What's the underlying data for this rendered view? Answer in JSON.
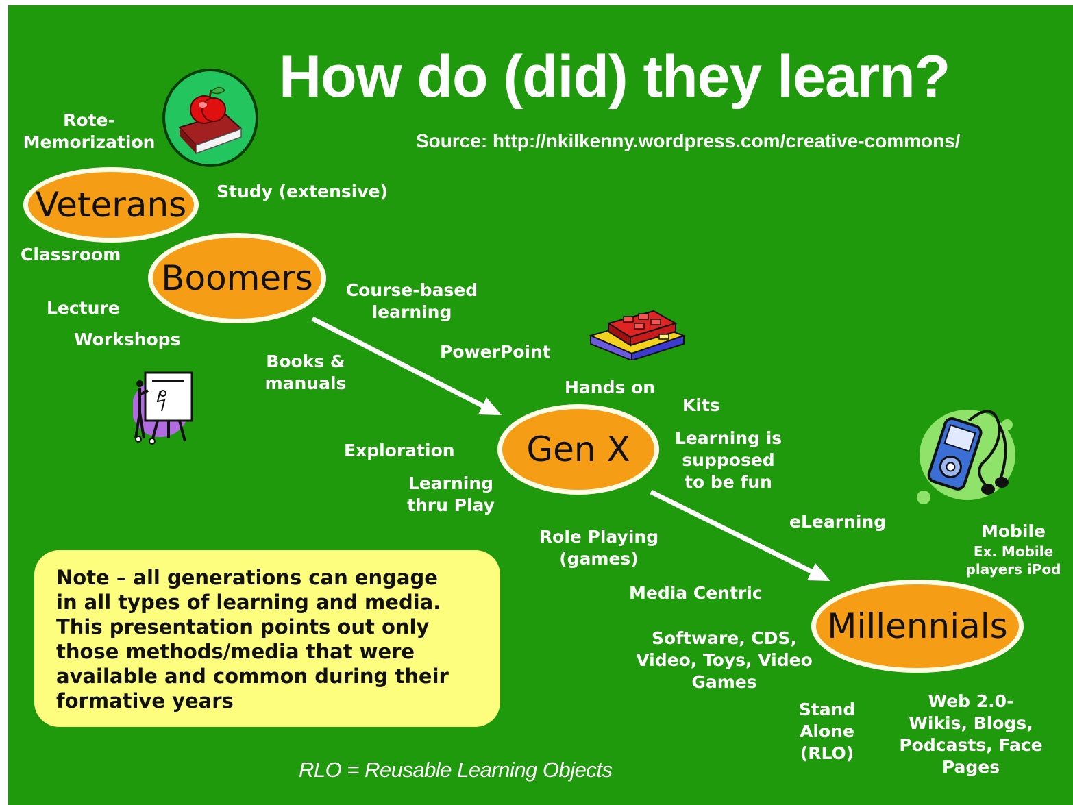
{
  "title": "How do (did) they learn?",
  "source": "Source: http://nkilkenny.wordpress.com/creative-commons/",
  "generations": {
    "veterans": "Veterans",
    "boomers": "Boomers",
    "genx": "Gen X",
    "millennials": "Millennials"
  },
  "labels": {
    "rote1": "Rote-",
    "rote2": "Memorization",
    "study": "Study (extensive)",
    "classroom": "Classroom",
    "lecture": "Lecture",
    "workshops": "Workshops",
    "course1": "Course-based",
    "course2": "learning",
    "books1": "Books  &",
    "books2": "manuals",
    "powerpoint": "PowerPoint",
    "handson": "Hands on",
    "kits": "Kits",
    "fun1": "Learning is",
    "fun2": "supposed",
    "fun3": "to be fun",
    "exploration": "Exploration",
    "play1": "Learning",
    "play2": "thru Play",
    "role1": "Role Playing",
    "role2": "(games)",
    "elearning": "eLearning",
    "mobile": "Mobile",
    "mobile_ex1": "Ex. Mobile",
    "mobile_ex2": "players iPod",
    "media": "Media Centric",
    "soft1": "Software, CDS,",
    "soft2": "Video, Toys, Video",
    "soft3": "Games",
    "stand1": "Stand",
    "stand2": "Alone",
    "stand3": "(RLO)",
    "web1": "Web 2.0-",
    "web2": "Wikis, Blogs,",
    "web3": "Podcasts, Face",
    "web4": "Pages"
  },
  "note": {
    "line1": "Note – all generations can engage",
    "line2": "in all types of learning and media.",
    "line3": "This presentation points out only",
    "line4": "those methods/media that were",
    "line5": "available and common during their",
    "line6": "formative years"
  },
  "footer": "RLO = Reusable Learning Objects",
  "icons": [
    "apple-on-book-icon",
    "presenter-easel-icon",
    "lego-blocks-icon",
    "mp3-player-icon"
  ],
  "colors": {
    "background": "#1f9a0c",
    "ellipse_fill": "#f59e15",
    "ellipse_border": "#fffde8",
    "note_fill": "#fdfd7e",
    "text": "#ffffff"
  }
}
